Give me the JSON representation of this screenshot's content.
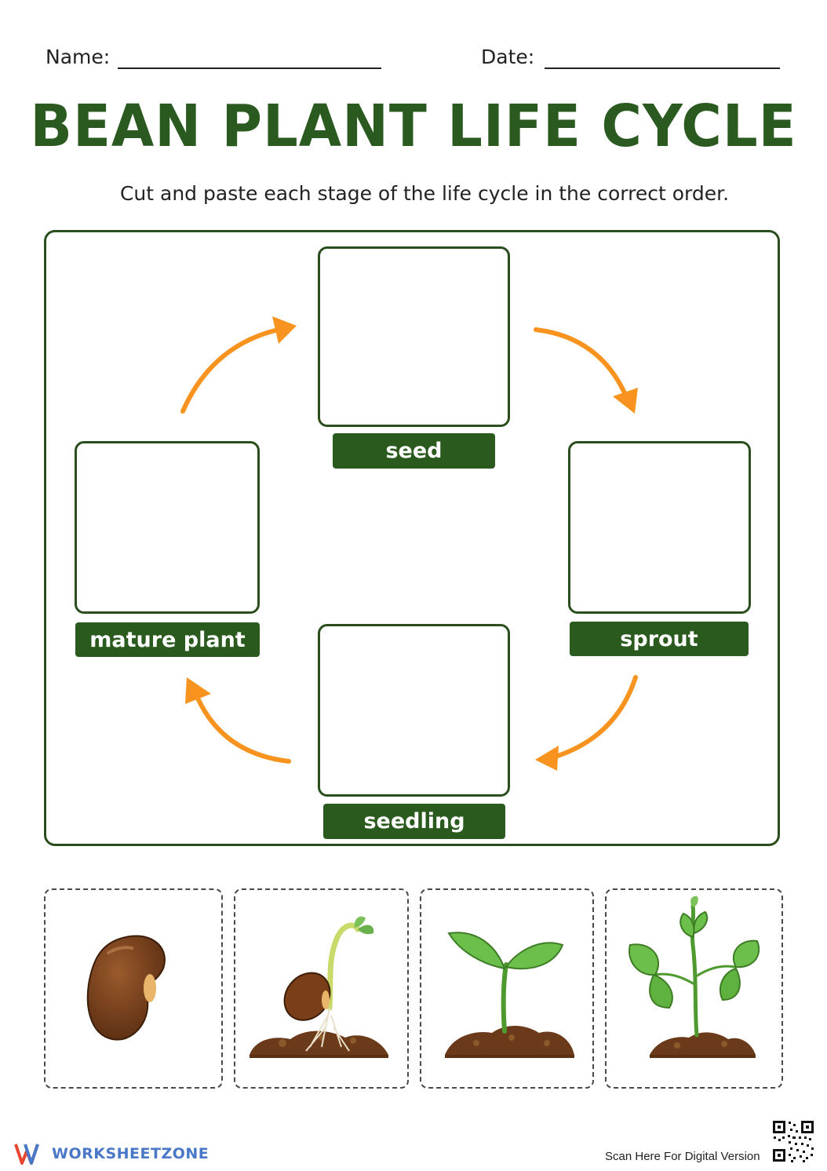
{
  "header": {
    "name_label": "Name:",
    "date_label": "Date:"
  },
  "title": "BEAN PLANT LIFE CYCLE",
  "instructions": "Cut and paste each stage of the life cycle in the correct order.",
  "cycle": {
    "stages": [
      {
        "key": "seed",
        "label": "seed"
      },
      {
        "key": "sprout",
        "label": "sprout"
      },
      {
        "key": "seedling",
        "label": "seedling"
      },
      {
        "key": "mature",
        "label": "mature plant"
      }
    ],
    "arrow_color": "#f7931e",
    "border_color": "#2a4f1d",
    "label_bg": "#2b5a1e"
  },
  "cutouts": [
    {
      "icon": "bean-seed-icon"
    },
    {
      "icon": "sprouting-bean-icon"
    },
    {
      "icon": "seedling-icon"
    },
    {
      "icon": "mature-bean-plant-icon"
    }
  ],
  "footer": {
    "brand": "WORKSHEETZONE",
    "scan_text": "Scan Here For Digital Version"
  }
}
